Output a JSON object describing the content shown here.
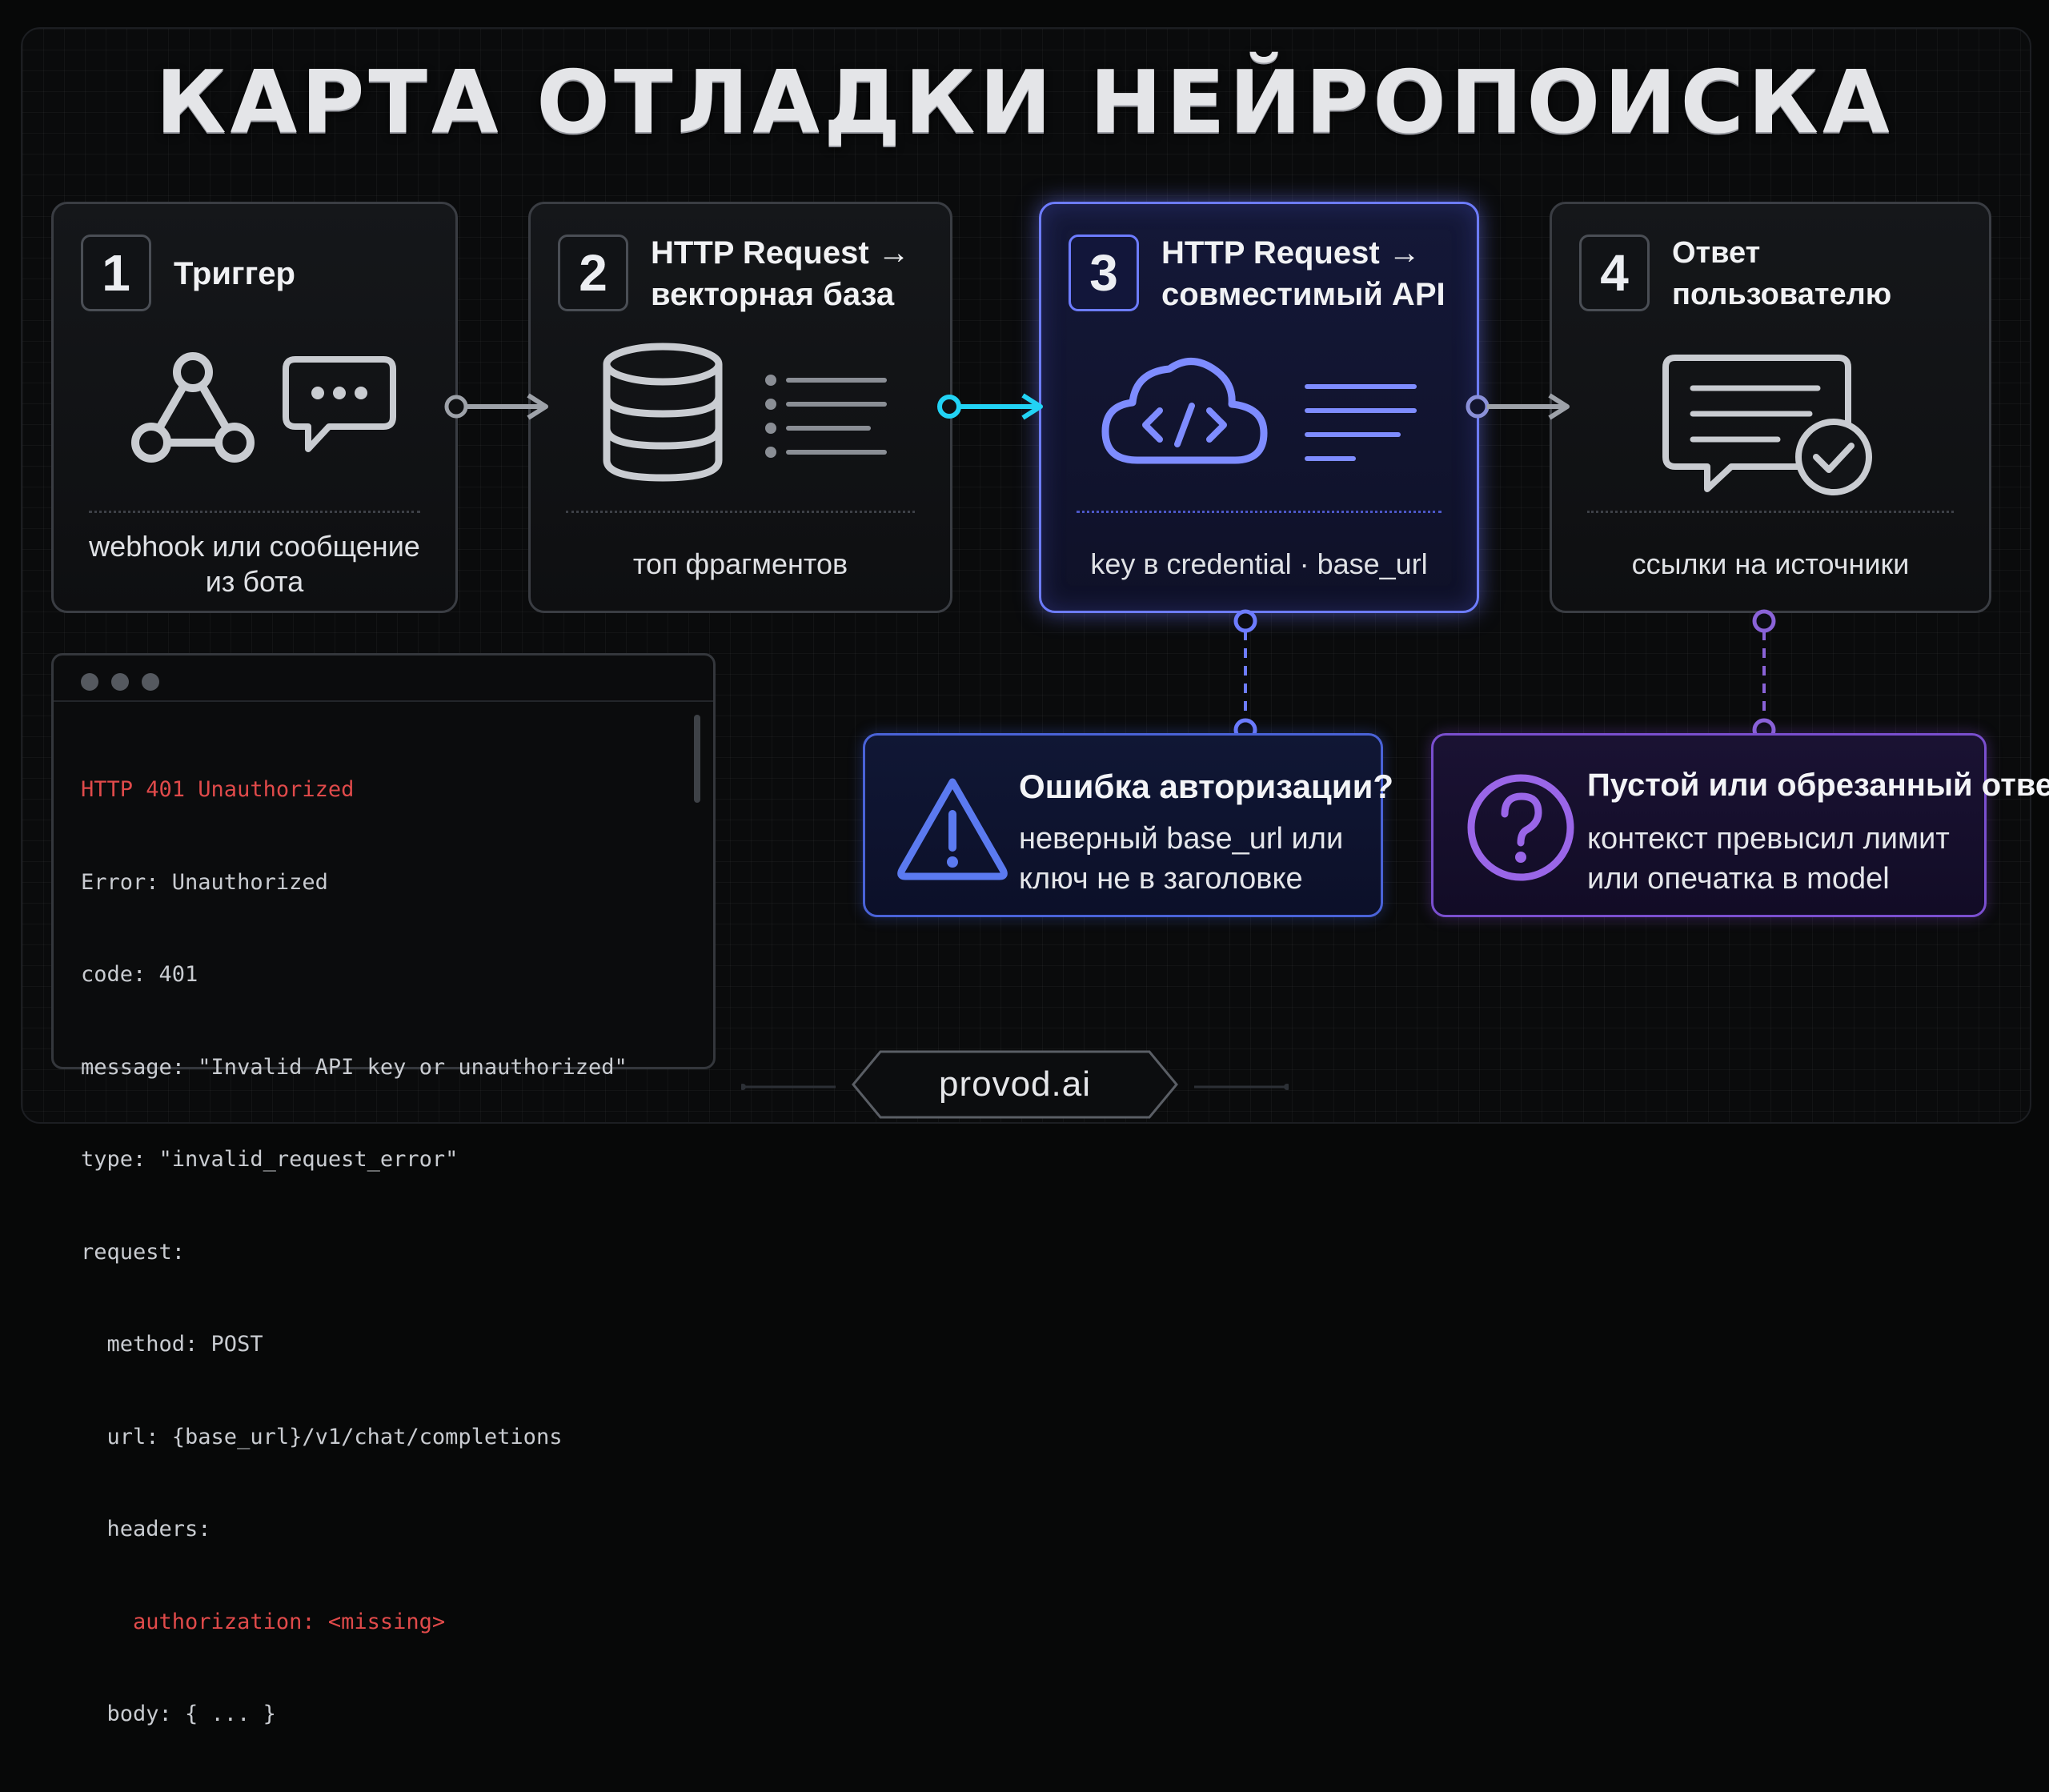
{
  "title": "КАРТА ОТЛАДКИ НЕЙРОПОИСКА",
  "steps": [
    {
      "number": "1",
      "title": "Триггер",
      "caption": "webhook или сообщение\nиз бота",
      "icons": [
        "webhook-icon",
        "chat-bubble-icon"
      ]
    },
    {
      "number": "2",
      "title": "HTTP Request →\nвекторная база",
      "caption": "топ фрагментов",
      "icons": [
        "database-icon",
        "list-icon"
      ]
    },
    {
      "number": "3",
      "title": "HTTP Request →\nсовместимый API",
      "caption": "key в credential · base_url",
      "icons": [
        "cloud-code-icon",
        "lines-icon"
      ]
    },
    {
      "number": "4",
      "title": "Ответ пользователю",
      "caption": "ссылки на источники",
      "icons": [
        "message-check-icon"
      ]
    }
  ],
  "alerts": [
    {
      "title": "Ошибка авторизации?",
      "body": "неверный base_url или\nключ не в заголовке",
      "icon": "warning-icon"
    },
    {
      "title": "Пустой или обрезанный ответ?",
      "body": "контекст превысил лимит\nили опечатка в model",
      "icon": "question-icon"
    }
  ],
  "terminal": {
    "lines": [
      "HTTP 401 Unauthorized",
      "Error: Unauthorized",
      "code: 401",
      "message: \"Invalid API key or unauthorized\"",
      "type: \"invalid_request_error\"",
      "request:",
      "  method: POST",
      "  url: {base_url}/v1/chat/completions",
      "  headers:",
      "    authorization: <missing>",
      "  body: { ... }"
    ],
    "error_lines": [
      0,
      9
    ]
  },
  "brand": "provod.ai",
  "colors": {
    "active_accent": "#6d7cff",
    "active_connector": "#22d3f5",
    "alert_blue": "#4a63d8",
    "alert_purple": "#7a4fcf",
    "error_red": "#e04a4a"
  }
}
